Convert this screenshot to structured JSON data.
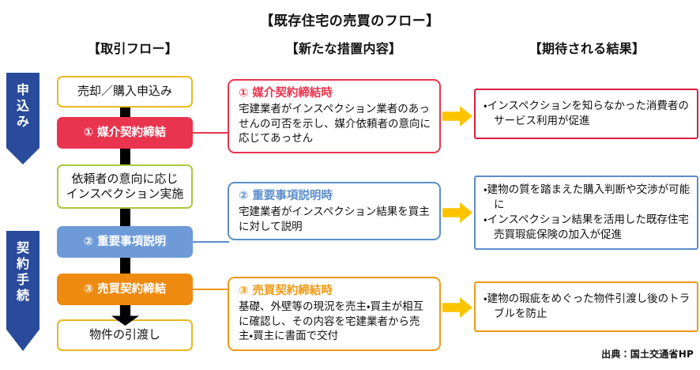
{
  "title": "【既存住宅の売買のフロー】",
  "headers": {
    "flow": "【取引フロー】",
    "measures": "【新たな措置内容】",
    "results": "【期待される結果】"
  },
  "phases": [
    {
      "id": "application",
      "chars": [
        "申",
        "込",
        "み"
      ],
      "color": "#2a4b9b"
    },
    {
      "id": "contract",
      "chars": [
        "契",
        "約",
        "手",
        "続"
      ],
      "color": "#2a4b9b"
    }
  ],
  "flow_steps": [
    {
      "id": "apply",
      "label": "売却／購入申込み",
      "style": "outline",
      "border": "#e8b820",
      "fill": "#ffffff",
      "text": "#111111"
    },
    {
      "id": "step1",
      "label": "① 媒介契約締結",
      "style": "filled",
      "border": "#e8344e",
      "fill": "#e8344e",
      "text": "#ffffff"
    },
    {
      "id": "inspection",
      "label": "依頼者の意向に応じ\nインスペクション実施",
      "style": "outline",
      "border": "#a8c83c",
      "fill": "#ffffff",
      "text": "#111111"
    },
    {
      "id": "step2",
      "label": "② 重要事項説明",
      "style": "filled",
      "border": "#6e9bd8",
      "fill": "#6e9bd8",
      "text": "#ffffff"
    },
    {
      "id": "step3",
      "label": "③ 売買契約締結",
      "style": "filled",
      "border": "#ee8a10",
      "fill": "#ee8a10",
      "text": "#ffffff"
    },
    {
      "id": "delivery",
      "label": "物件の引渡し",
      "style": "outline",
      "border": "#e8b820",
      "fill": "#ffffff",
      "text": "#111111"
    }
  ],
  "measures": [
    {
      "id": "measure1",
      "title": "① 媒介契約締結時",
      "body": "宅建業者がインスペクション業者のあっせんの可否を示し、媒介依頼者の意向に応じてあっせん",
      "color": "#e8344e"
    },
    {
      "id": "measure2",
      "title": "② 重要事項説明時",
      "body": "宅建業者がインスペクション結果を買主に対して説明",
      "color": "#5b8ecb"
    },
    {
      "id": "measure3",
      "title": "③ 売買契約締結時",
      "body": "基礎、外壁等の現況を売主・買主が相互に確認し、その内容を宅建業者から売主・買主に書面で交付",
      "color": "#ee9a17"
    }
  ],
  "results": [
    {
      "id": "result1",
      "color": "#d81f40",
      "lines": [
        "・インスペクションを知らなかった消費者のサービス利用が促進"
      ]
    },
    {
      "id": "result2",
      "color": "#5b8ecb",
      "lines": [
        "・建物の質を踏まえた購入判断や交渉が可能に",
        "・インスペクション結果を活用した既存住宅売買瑕疵保険の加入が促進"
      ]
    },
    {
      "id": "result3",
      "color": "#ee9a17",
      "lines": [
        "・建物の瑕疵をめぐった物件引渡し後のトラブルを防止"
      ]
    }
  ],
  "arrow_color": "#fcc400",
  "source": "出典：国土交通省HP"
}
